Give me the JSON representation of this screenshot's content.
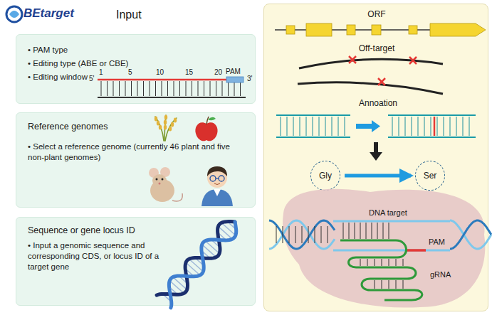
{
  "diagram": {
    "nodes": [
      {
        "text": [
          "• PAM type",
          "• Editing type (ABE or CBE)",
          "• Editing window"
        ]
      },
      {
        "text": [
          "Reference genomes",
          "• Select a reference genome (currently 46 plant and five non-plant genomes)"
        ]
      },
      {
        "text": [
          "Sequence or gene locus ID",
          "• Input a genomic sequence and corresponding CDS, or locus ID of a target gene"
        ]
      },
      {
        "text": [
          "ORF",
          "Off-target",
          "Annoation"
        ]
      },
      {
        "text": [
          "Gly"
        ],
        "in": 3
      },
      {
        "text": [
          "Ser"
        ],
        "in": 3
      }
    ],
    "edges": [
      {
        "from": 4,
        "to": 5,
        "arrow": "to"
      }
    ],
    "labels": [
      "BEtarget",
      "Input",
      "1",
      "5",
      "10",
      "15",
      "20",
      "5'",
      "3'",
      "PAM",
      "DNA target",
      "PAM",
      "gRNA"
    ]
  }
}
